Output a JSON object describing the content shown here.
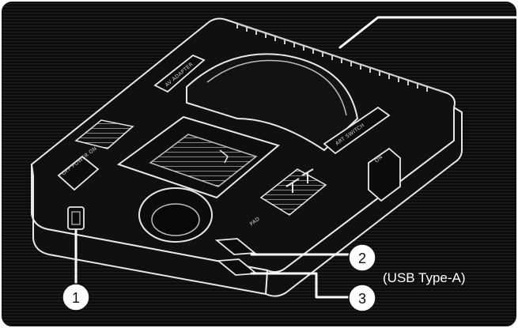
{
  "device_labels": {
    "av_adapter": "AV ADAPTER",
    "art_switch": "ART SWITCH",
    "on": "ON",
    "pad": "PAD",
    "on_power_off": "OFF POWER ON"
  },
  "callouts": [
    {
      "number": "1"
    },
    {
      "number": "2"
    },
    {
      "number": "3"
    }
  ],
  "port_note": "(USB Type-A)",
  "colors": {
    "background": "#0b0b0b",
    "panel_frame": "#ffffff",
    "device_fill": "#101010",
    "line": "#e8e8e8",
    "callout_fill": "#ffffff",
    "callout_text": "#111111"
  }
}
